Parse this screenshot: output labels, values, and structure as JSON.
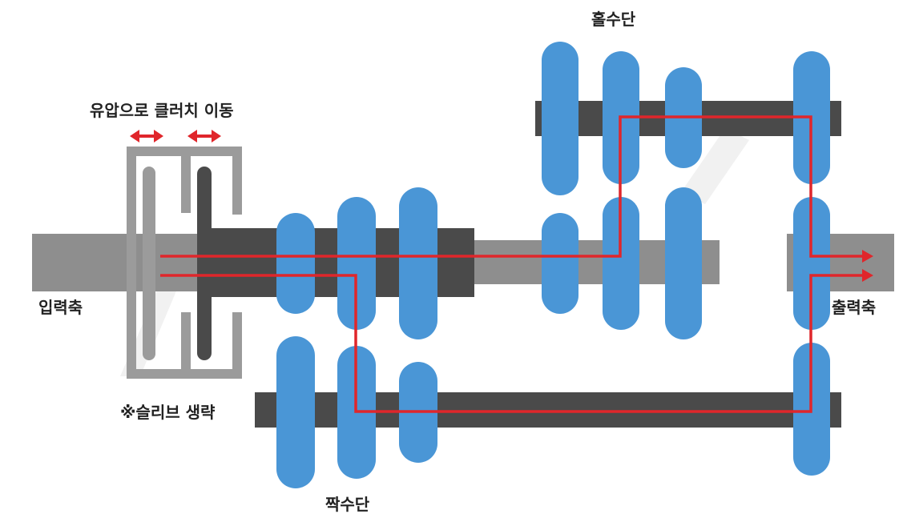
{
  "labels": {
    "odd_gears": "홀수단",
    "even_gears": "짝수단",
    "hydraulic_clutch": "유압으로 클러치 이동",
    "input_shaft": "입력축",
    "output_shaft": "출력축",
    "sleeve_note": "※슬리브 생략"
  },
  "colors": {
    "gear": "#4A96D6",
    "dark_shaft": "#4A4A4A",
    "light_shaft": "#8E8E8E",
    "housing": "#9B9B9B",
    "power_path": "#E0262B",
    "watermark": "#E6E6E6"
  }
}
